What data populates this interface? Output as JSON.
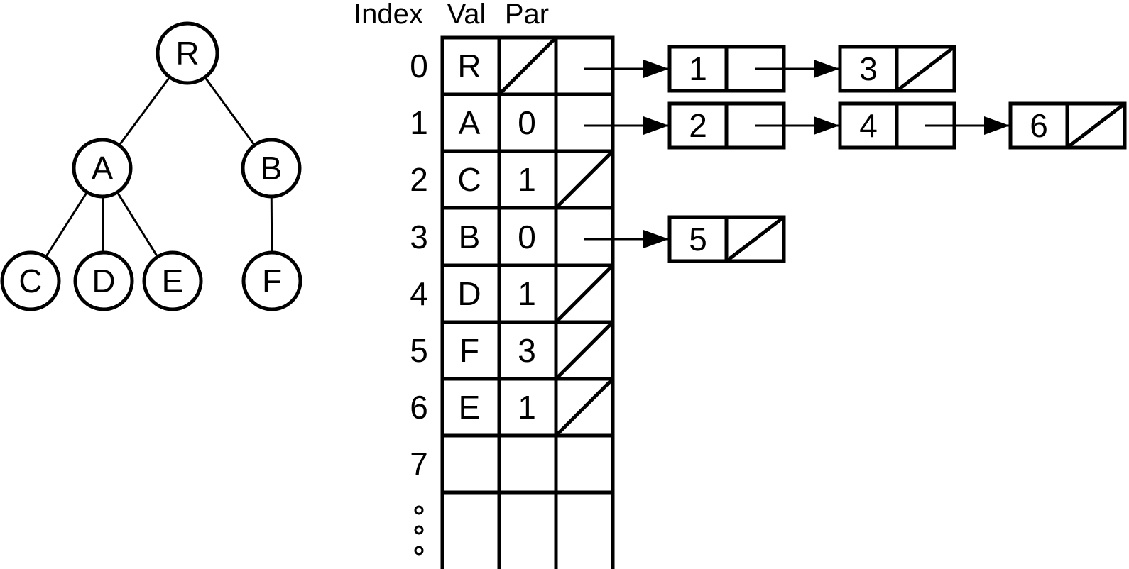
{
  "header": {
    "index_label": "Index",
    "val_label": "Val",
    "par_label": "Par"
  },
  "tree": {
    "nodes": [
      {
        "id": "R",
        "label": "R"
      },
      {
        "id": "A",
        "label": "A"
      },
      {
        "id": "B",
        "label": "B"
      },
      {
        "id": "C",
        "label": "C"
      },
      {
        "id": "D",
        "label": "D"
      },
      {
        "id": "E",
        "label": "E"
      },
      {
        "id": "F",
        "label": "F"
      }
    ],
    "edges": [
      "R-A",
      "R-B",
      "A-C",
      "A-D",
      "A-E",
      "B-F"
    ]
  },
  "table": {
    "rows": [
      {
        "index": "0",
        "val": "R",
        "par": "",
        "par_is_null": true,
        "child_pointer": "list"
      },
      {
        "index": "1",
        "val": "A",
        "par": "0",
        "par_is_null": false,
        "child_pointer": "list"
      },
      {
        "index": "2",
        "val": "C",
        "par": "1",
        "par_is_null": false,
        "child_pointer": "null"
      },
      {
        "index": "3",
        "val": "B",
        "par": "0",
        "par_is_null": false,
        "child_pointer": "list"
      },
      {
        "index": "4",
        "val": "D",
        "par": "1",
        "par_is_null": false,
        "child_pointer": "null"
      },
      {
        "index": "5",
        "val": "F",
        "par": "3",
        "par_is_null": false,
        "child_pointer": "null"
      },
      {
        "index": "6",
        "val": "E",
        "par": "1",
        "par_is_null": false,
        "child_pointer": "null"
      },
      {
        "index": "7",
        "val": "",
        "par": "",
        "par_is_null": false,
        "child_pointer": "empty"
      }
    ],
    "ellipsis_dot_count": 3
  },
  "lists": [
    {
      "source_row": "0",
      "nodes": [
        {
          "value": "1",
          "next": "pointer"
        },
        {
          "value": "3",
          "next": "null"
        }
      ]
    },
    {
      "source_row": "1",
      "nodes": [
        {
          "value": "2",
          "next": "pointer"
        },
        {
          "value": "4",
          "next": "pointer"
        },
        {
          "value": "6",
          "next": "null"
        }
      ]
    },
    {
      "source_row": "3",
      "nodes": [
        {
          "value": "5",
          "next": "null"
        }
      ]
    }
  ],
  "colors": {
    "ink": "#000000",
    "background": "#ffffff"
  }
}
